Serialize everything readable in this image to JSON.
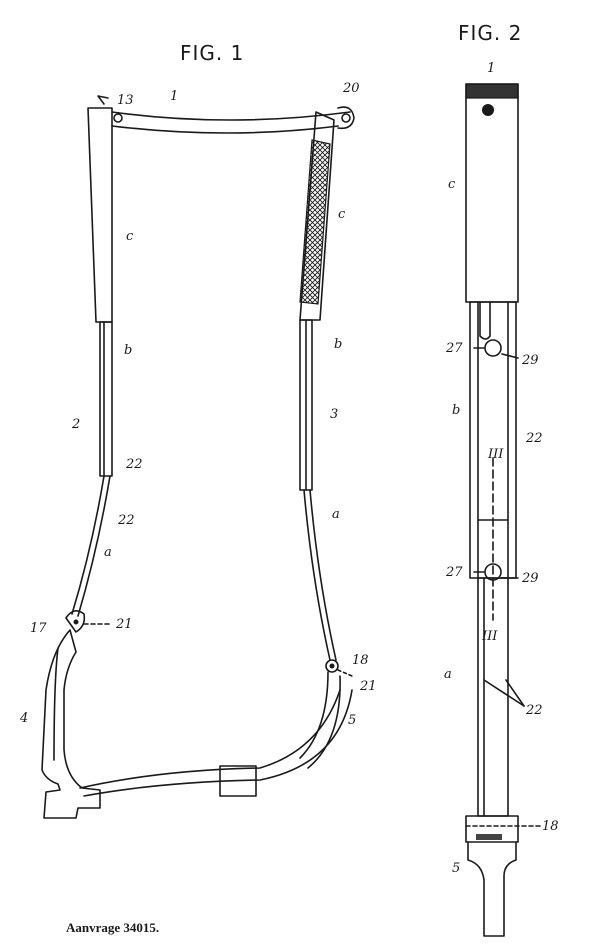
{
  "fig1": {
    "title": "FIG. 1",
    "labels": {
      "l1": "1",
      "l13": "13",
      "l20": "20",
      "lc_left": "c",
      "lc_right": "c",
      "lb_left": "b",
      "lb_right": "b",
      "l2": "2",
      "l3": "3",
      "l22a": "22",
      "l22b": "22",
      "la_left": "a",
      "la_right": "a",
      "l17": "17",
      "l21a": "21",
      "l18": "18",
      "l21b": "21",
      "l4": "4",
      "l5": "5"
    }
  },
  "fig2": {
    "title": "FIG. 2",
    "labels": {
      "l1": "1",
      "lc": "c",
      "lb": "b",
      "l27a": "27",
      "l29a": "29",
      "l27b": "27",
      "l29b": "29",
      "lIII_a": "III",
      "lIII_b": "III",
      "l22a": "22",
      "l22b": "22",
      "la": "a",
      "l18": "18",
      "l5": "5"
    }
  },
  "caption": "Aanvrage 34015."
}
